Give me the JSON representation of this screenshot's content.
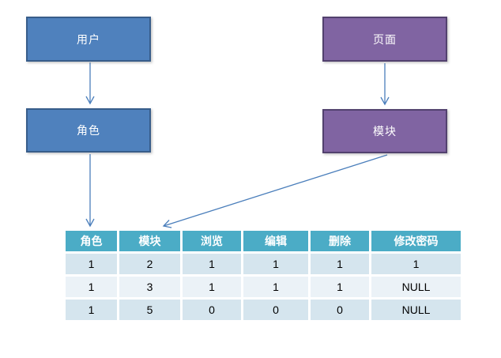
{
  "diagram": {
    "boxes": {
      "user": {
        "label": "用户"
      },
      "role": {
        "label": "角色"
      },
      "page": {
        "label": "页面"
      },
      "module": {
        "label": "模块"
      }
    },
    "colors": {
      "blue_fill": "#4F81BD",
      "blue_border": "#385D8A",
      "purple_fill": "#8064A2",
      "purple_border": "#52416E",
      "arrow": "#4A7EBB"
    }
  },
  "table": {
    "headers": [
      "角色",
      "模块",
      "浏览",
      "编辑",
      "删除",
      "修改密码"
    ],
    "rows": [
      [
        "1",
        "2",
        "1",
        "1",
        "1",
        "1"
      ],
      [
        "1",
        "3",
        "1",
        "1",
        "1",
        "NULL"
      ],
      [
        "1",
        "5",
        "0",
        "0",
        "0",
        "NULL"
      ]
    ],
    "colors": {
      "header_bg": "#4BACC6",
      "header_text": "#FFFFFF",
      "row_odd_bg": "#D5E5EE",
      "row_even_bg": "#EBF2F7",
      "cell_text": "#000000"
    }
  }
}
